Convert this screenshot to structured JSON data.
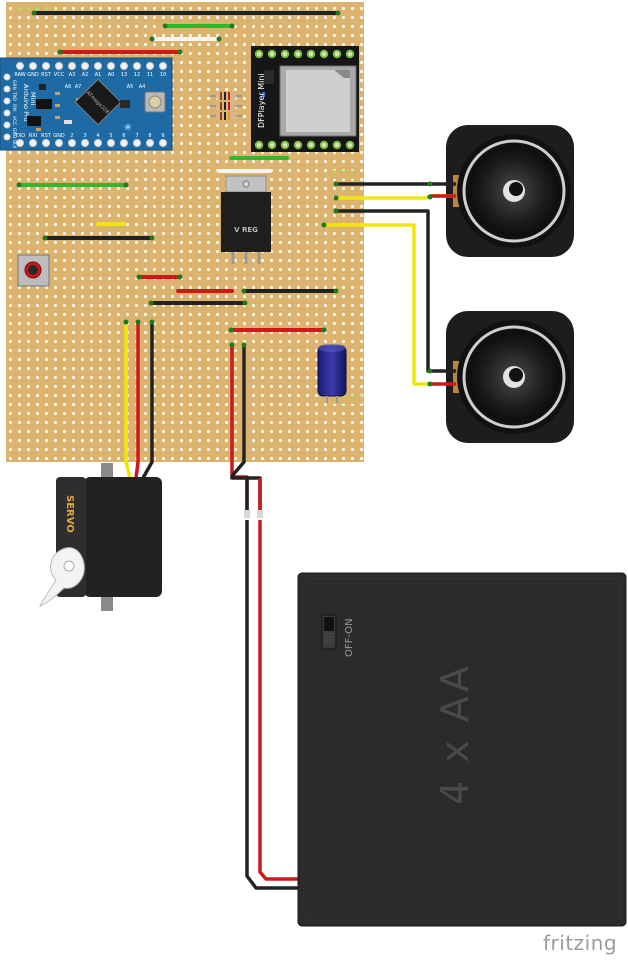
{
  "diagram": {
    "arduino": {
      "board_lines": [
        "Arduino Pro",
        "Mini"
      ],
      "chip_text": "ATmega328",
      "top_pins": [
        "RAW",
        "GND",
        "RST",
        "VCC",
        "A3",
        "A2",
        "A1",
        "A0",
        "13",
        "12",
        "11",
        "10"
      ],
      "bottom_pins": [
        "TXO",
        "RXI",
        "RST",
        "GND",
        "2",
        "3",
        "4",
        "5",
        "6",
        "7",
        "8",
        "9"
      ],
      "side_pins": [
        "GRN",
        "TXO",
        "RXI",
        "VCC",
        "GND",
        "BLK"
      ],
      "inner_labels": [
        "A7",
        "A6",
        "A5",
        "A4"
      ]
    },
    "dfplayer_label": "DFPlayer Mini",
    "regulator_label": "V REG",
    "servo_label": "SERVO",
    "battery": {
      "switch_label": "OFF-ON",
      "label": "4 x AA"
    },
    "brand": "fritzing",
    "colors": {
      "board": "#dcb26f",
      "wire_black": "#222222",
      "wire_red": "#cc1a1a",
      "wire_yellow": "#f0e60c",
      "wire_green": "#2eb82e",
      "wire_white": "#f4f4f4",
      "battery": "#2b2b2b",
      "arduino_blue": "#1d6aa5"
    }
  }
}
